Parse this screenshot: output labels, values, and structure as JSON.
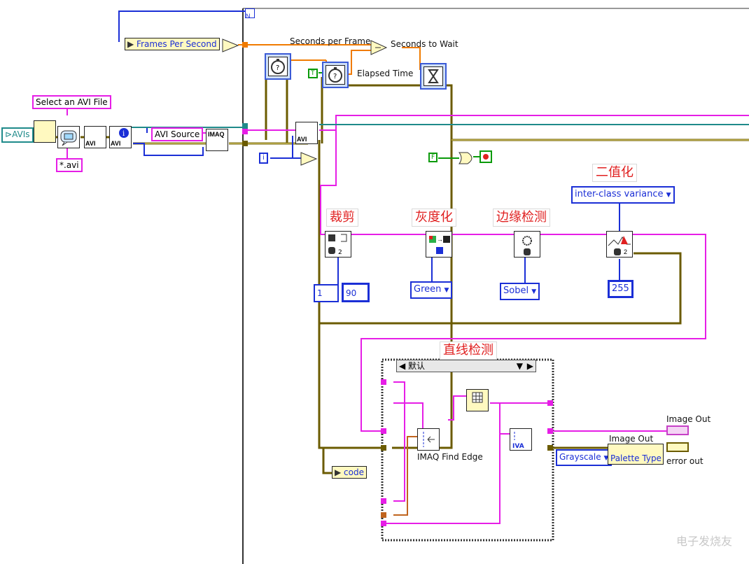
{
  "labels": {
    "select_avi_file": "Select an AVI File",
    "avi_filter": "*.avi",
    "avis": "AVIs",
    "frames_per_second": "Frames Per Second",
    "seconds_per_frame": "Seconds per Frame",
    "seconds_to_wait": "Seconds to Wait",
    "elapsed_time": "Elapsed Time",
    "avi_source": "AVI Source",
    "imaq": "IMAQ",
    "avi_tag": "AVI",
    "loop_index": "i",
    "true_const": "T",
    "false_const": "F",
    "crop": "裁剪",
    "grayscale": "灰度化",
    "edge_detect": "边缘检测",
    "binarize": "二值化",
    "line_detect": "直线检测",
    "threshold_method": "inter-class variance",
    "crop_min": "1",
    "crop_max": "90",
    "color_plane": "Green",
    "edge_filter": "Sobel",
    "threshold_value": "255",
    "case_selector": "默认",
    "find_edge": "IMAQ Find Edge",
    "code": "code",
    "image_out": "Image Out",
    "image_out_2": "Image Out",
    "error_out": "error out",
    "palette_value": "Grayscale",
    "palette_type": "Palette Type",
    "watermark": "电子发烧友"
  },
  "colors": {
    "image_wire": "#e61ee6",
    "error_wire": "#6b5b00",
    "numeric_wire": "#f07b00",
    "int_wire": "#1b2fd6",
    "annotation": "#e02020"
  }
}
